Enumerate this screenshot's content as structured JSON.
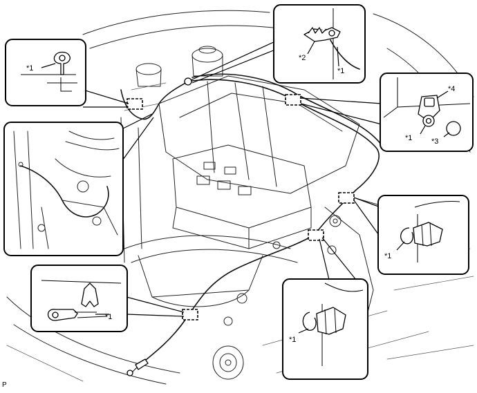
{
  "labels": {
    "c1": "*1",
    "c2": "*2",
    "c3": "*3",
    "c4": "*4"
  },
  "footer_mark": "P"
}
